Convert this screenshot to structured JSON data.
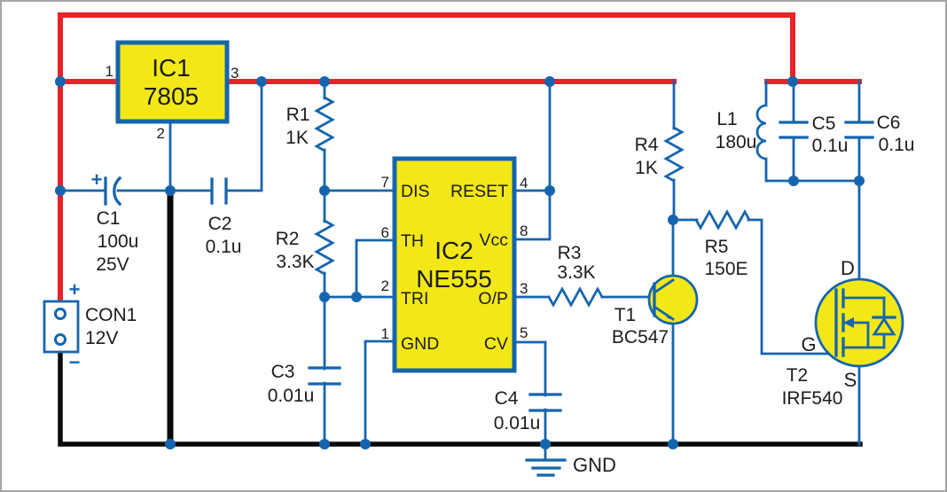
{
  "colors": {
    "wire_red": "#e8232a",
    "wire_blue": "#1565ae",
    "wire_black": "#0a0a0a",
    "component_yellow": "#f2e818"
  },
  "components": {
    "ic1": {
      "ref": "IC1",
      "part": "7805",
      "pins": {
        "p1": "1",
        "p2": "2",
        "p3": "3"
      }
    },
    "c1": {
      "ref": "C1",
      "value": "100u",
      "voltage": "25V",
      "plus": "+"
    },
    "c2": {
      "ref": "C2",
      "value": "0.1u"
    },
    "con1": {
      "ref": "CON1",
      "value": "12V",
      "plus": "+",
      "minus": "−"
    },
    "r1": {
      "ref": "R1",
      "value": "1K"
    },
    "r2": {
      "ref": "R2",
      "value": "3.3K"
    },
    "c3": {
      "ref": "C3",
      "value": "0.01u"
    },
    "ic2": {
      "ref": "IC2",
      "part": "NE555",
      "pin_labels": {
        "dis": "DIS",
        "th": "TH",
        "tri": "TRI",
        "gnd": "GND",
        "reset": "RESET",
        "vcc": "Vcc",
        "op": "O/P",
        "cv": "CV"
      },
      "pin_numbers": {
        "dis": "7",
        "th": "6",
        "tri": "2",
        "gnd": "1",
        "reset": "4",
        "vcc": "8",
        "op": "3",
        "cv": "5"
      }
    },
    "c4": {
      "ref": "C4",
      "value": "0.01u"
    },
    "r3": {
      "ref": "R3",
      "value": "3.3K"
    },
    "t1": {
      "ref": "T1",
      "part": "BC547"
    },
    "r4": {
      "ref": "R4",
      "value": "1K"
    },
    "r5": {
      "ref": "R5",
      "value": "150E"
    },
    "l1": {
      "ref": "L1",
      "value": "180u"
    },
    "c5": {
      "ref": "C5",
      "value": "0.1u"
    },
    "c6": {
      "ref": "C6",
      "value": "0.1u"
    },
    "t2": {
      "ref": "T2",
      "part": "IRF540",
      "terminals": {
        "d": "D",
        "g": "G",
        "s": "S"
      }
    },
    "ground": {
      "label": "GND"
    }
  }
}
